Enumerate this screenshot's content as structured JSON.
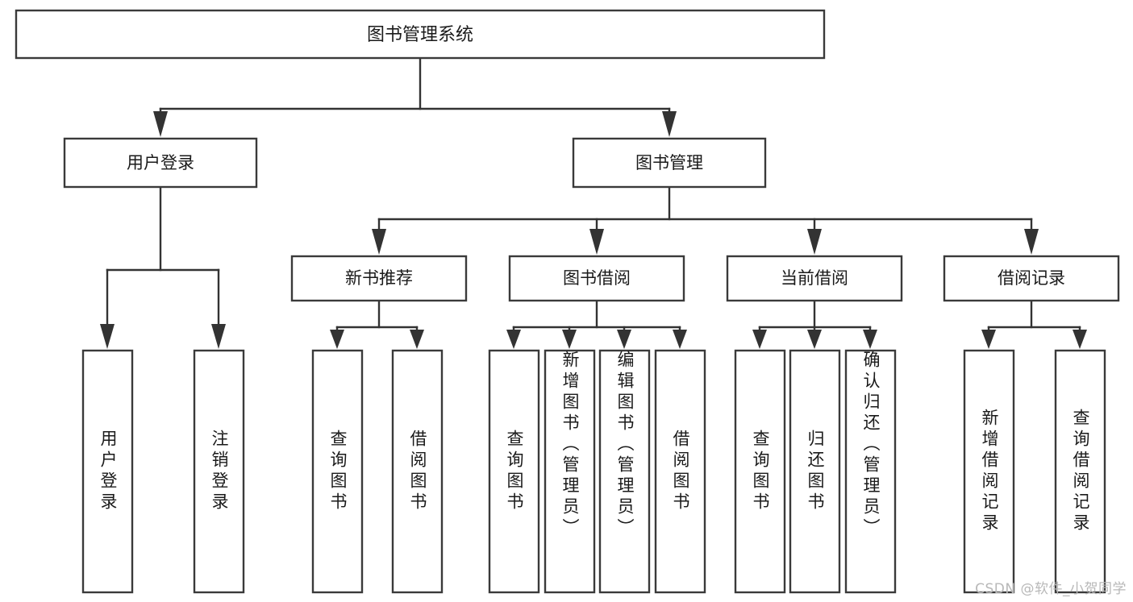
{
  "diagram": {
    "title": "图书管理系统",
    "type": "tree",
    "root": {
      "id": "root",
      "label": "图书管理系统",
      "orientation": "horizontal"
    },
    "level2": [
      {
        "id": "user-login",
        "label": "用户登录",
        "orientation": "horizontal"
      },
      {
        "id": "book-management",
        "label": "图书管理",
        "orientation": "horizontal"
      }
    ],
    "level3": [
      {
        "id": "new-book-recommend",
        "label": "新书推荐",
        "orientation": "horizontal",
        "parent": "book-management"
      },
      {
        "id": "book-borrow",
        "label": "图书借阅",
        "orientation": "horizontal",
        "parent": "book-management"
      },
      {
        "id": "current-borrow",
        "label": "当前借阅",
        "orientation": "horizontal",
        "parent": "book-management"
      },
      {
        "id": "borrow-record",
        "label": "借阅记录",
        "orientation": "horizontal",
        "parent": "book-management"
      }
    ],
    "leaves": [
      {
        "id": "leaf-user-login",
        "label": "用户登录",
        "orientation": "vertical",
        "parent": "user-login"
      },
      {
        "id": "leaf-logout",
        "label": "注销登录",
        "orientation": "vertical",
        "parent": "user-login"
      },
      {
        "id": "leaf-query-book-1",
        "label": "查询图书",
        "orientation": "vertical",
        "parent": "new-book-recommend"
      },
      {
        "id": "leaf-borrow-book-1",
        "label": "借阅图书",
        "orientation": "vertical",
        "parent": "new-book-recommend"
      },
      {
        "id": "leaf-query-book-2",
        "label": "查询图书",
        "orientation": "vertical",
        "parent": "book-borrow"
      },
      {
        "id": "leaf-add-book",
        "label": "新增图书（管理员）",
        "orientation": "vertical",
        "parent": "book-borrow"
      },
      {
        "id": "leaf-edit-book",
        "label": "编辑图书（管理员）",
        "orientation": "vertical",
        "parent": "book-borrow"
      },
      {
        "id": "leaf-borrow-book-2",
        "label": "借阅图书",
        "orientation": "vertical",
        "parent": "book-borrow"
      },
      {
        "id": "leaf-query-book-3",
        "label": "查询图书",
        "orientation": "vertical",
        "parent": "current-borrow"
      },
      {
        "id": "leaf-return-book",
        "label": "归还图书",
        "orientation": "vertical",
        "parent": "current-borrow"
      },
      {
        "id": "leaf-confirm-return",
        "label": "确认归还（管理员）",
        "orientation": "vertical",
        "parent": "current-borrow"
      },
      {
        "id": "leaf-add-record",
        "label": "新增借阅记录",
        "orientation": "vertical",
        "parent": "borrow-record"
      },
      {
        "id": "leaf-query-record",
        "label": "查询借阅记录",
        "orientation": "vertical",
        "parent": "borrow-record"
      }
    ],
    "colors": {
      "box_fill": "#ffffff",
      "box_stroke": "#3a3a3a",
      "line": "#333333",
      "text": "#1a1a1a",
      "background": "#ffffff",
      "watermark": "#b8b8b8"
    }
  },
  "watermark": {
    "text": "CSDN @软件_小贺同学"
  }
}
